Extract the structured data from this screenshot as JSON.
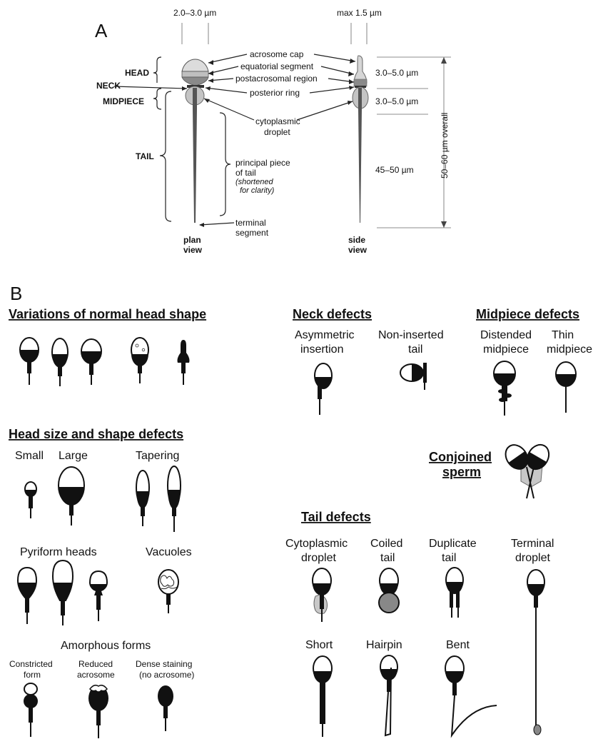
{
  "panel_a": {
    "letter": "A",
    "width_plan": "2.0–3.0 µm",
    "width_side": "max 1.5 µm",
    "labels_left": {
      "head": "HEAD",
      "neck": "NECK",
      "midpiece": "MIDPIECE",
      "tail": "TAIL"
    },
    "labels_center": {
      "acrosome": "acrosome  cap",
      "equatorial": "equatorial  segment",
      "postacrosomal": "postacrosomal  region",
      "posterior": "posterior  ring",
      "cyto1": "cytoplasmic",
      "cyto2": "droplet",
      "pp1": "principal  piece",
      "pp2": "of  tail",
      "pp3": "(shortened",
      "pp4": "for clarity)",
      "term1": "terminal",
      "term2": "segment"
    },
    "view_plan": [
      "plan",
      "view"
    ],
    "view_side": [
      "side",
      "view"
    ],
    "measures": {
      "head": "3.0–5.0 µm",
      "mid": "3.0–5.0 µm",
      "tail": "45–50 µm",
      "overall": "50–60 µm overall"
    }
  },
  "panel_b": {
    "letter": "B",
    "normal_title": "Variations of normal head shape",
    "neck_title": "Neck defects",
    "neck_asym": [
      "Asymmetric",
      "insertion"
    ],
    "neck_non": [
      "Non-inserted",
      "tail"
    ],
    "mid_title": "Midpiece defects",
    "mid_dist": [
      "Distended",
      "midpiece"
    ],
    "mid_thin": [
      "Thin",
      "midpiece"
    ],
    "headsize_title": "Head size and shape defects",
    "small": "Small",
    "large": "Large",
    "tapering": "Tapering",
    "pyriform": "Pyriform heads",
    "vacuoles": "Vacuoles",
    "amorphous": "Amorphous forms",
    "constricted": [
      "Constricted",
      "form"
    ],
    "reduced": [
      "Reduced",
      "acrosome"
    ],
    "dense": [
      "Dense staining",
      "(no acrosome)"
    ],
    "conjoined": [
      "Conjoined",
      "sperm"
    ],
    "tail_title": "Tail defects",
    "cyto": [
      "Cytoplasmic",
      "droplet"
    ],
    "coiled": [
      "Coiled",
      "tail"
    ],
    "duplicate": [
      "Duplicate",
      "tail"
    ],
    "terminal": [
      "Terminal",
      "droplet"
    ],
    "short": "Short",
    "hairpin": "Hairpin",
    "bent": "Bent"
  }
}
